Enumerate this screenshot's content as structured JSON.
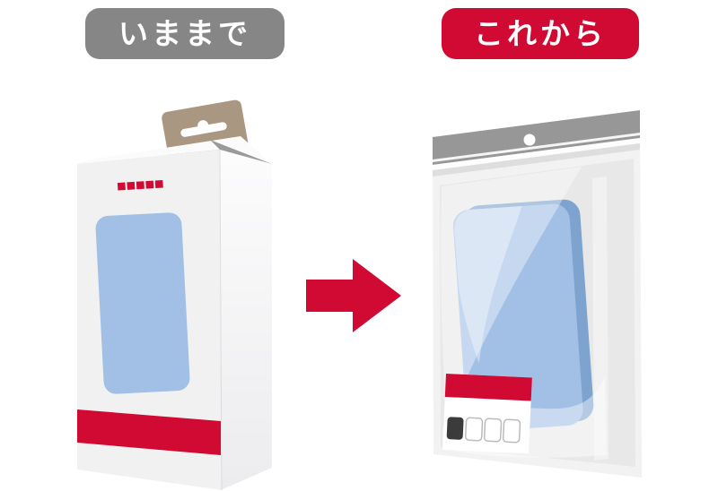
{
  "labels": {
    "before": "いままで",
    "after": "これから"
  },
  "arrow_direction": "right",
  "colors": {
    "red": "#d00a33",
    "badge_gray": "#868686",
    "tab_tan": "#a99781",
    "product_blue": "#a2c0e6",
    "product_blue_dark": "#7ea3ce",
    "product_blue_light": "#c6d8ef",
    "pouch_header_gray": "#979797",
    "pouch_body_gray": "#e8e8e9",
    "pouch_base_gray": "#f2f2f3",
    "box_front_gray": "#f1f1f2",
    "box_inner_shadow": "#9a9a9a",
    "seal_line_gray": "#dedede",
    "swatch_dark": "#3b3b3b",
    "swatch_border": "#bbbbbd"
  },
  "left_package": {
    "kind": "hanging box with window",
    "logo_dot_count": 5
  },
  "right_package": {
    "kind": "flat pouch with hang hole",
    "label_swatch_count": 4
  }
}
